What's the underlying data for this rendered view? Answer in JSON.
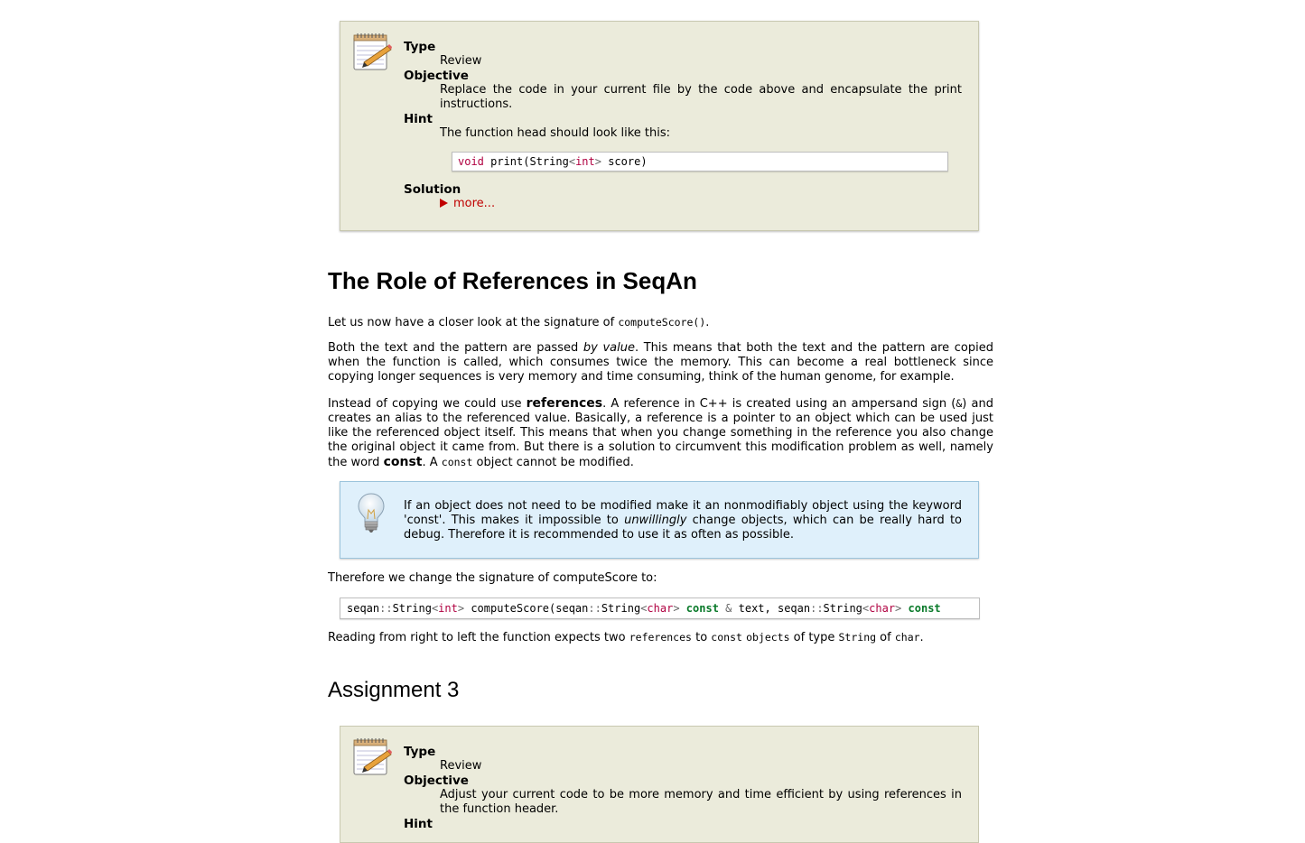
{
  "assignment2": {
    "type_label": "Type",
    "type_value": "Review",
    "objective_label": "Objective",
    "objective_text": "Replace the code in your current file by the code above and encapsulate the print instructions.",
    "hint_label": "Hint",
    "hint_text": "The function head should look like this:",
    "hint_code": {
      "t1": "void",
      "t2": " print(String",
      "t3": "<",
      "t4": "int",
      "t5": ">",
      "t6": " score)"
    },
    "solution_label": "Solution",
    "more_label": "more..."
  },
  "section": {
    "title": "The Role of References in SeqAn",
    "p1_a": "Let us now have a closer look at the signature of ",
    "p1_code": "computeScore()",
    "p1_b": ".",
    "p2_a": "Both the text and the pattern are passed ",
    "p2_em": "by value",
    "p2_b": ". This means that both the text and the pattern are copied when the function is called, which consumes twice the memory. This can become a real bottleneck since copying longer sequences is very memory and time consuming, think of the human genome, for example.",
    "p3_a": "Instead of copying we could use ",
    "p3_strong": "references",
    "p3_b": ". A reference in C++ is created using an ampersand sign (",
    "p3_code": "&",
    "p3_c": ") and creates an alias to the referenced value. Basically, a reference is a pointer to an object which can be used just like the referenced object itself. This means that when you change something in the reference you also change the original object it came from. But there is a solution to circumvent this modification problem as well, namely the word ",
    "p3_strong2": "const",
    "p3_d": ". A ",
    "p3_code2": "const",
    "p3_e": " object cannot be modified."
  },
  "tip": {
    "text_a": "If an object does not need to be modified make it an nonmodifiably object using the keyword 'const'. This makes it impossible to ",
    "text_em": "unwillingly",
    "text_b": " change objects, which can be really hard to debug. Therefore it is recommended to use it as often as possible."
  },
  "p4": "Therefore we change the signature of computeScore to:",
  "signature_code": {
    "c1": "seqan",
    "c2": "::",
    "c3": "String",
    "c4": "<",
    "c5": "int",
    "c6": ">",
    "c7": " computeScore(seqan",
    "c8": "::",
    "c9": "String",
    "c10": "<",
    "c11": "char",
    "c12": ">",
    "c13": " ",
    "c14": "const",
    "c15": " ",
    "c16": "&",
    "c17": " text, seqan",
    "c18": "::",
    "c19": "String",
    "c20": "<",
    "c21": "char",
    "c22": ">",
    "c23": " ",
    "c24": "const"
  },
  "p5": {
    "a": "Reading from right to left the function expects two ",
    "code1": "references",
    "b": " to ",
    "code2": "const",
    "c": " ",
    "code3": "objects",
    "d": " of type ",
    "code4": "String",
    "e": " of ",
    "code5": "char",
    "f": "."
  },
  "assignment3_heading": "Assignment 3",
  "assignment3": {
    "type_label": "Type",
    "type_value": "Review",
    "objective_label": "Objective",
    "objective_text": "Adjust your current code to be more memory and time efficient by using references in the function header.",
    "hint_label": "Hint"
  },
  "icons": {
    "assignment": "notepad-pencil-icon",
    "tip": "lightbulb-icon",
    "expand": "triangle-right-icon"
  },
  "colors": {
    "assignment_bg": "#ebebdb",
    "tip_bg": "#dff0fb",
    "link_red": "#c00000",
    "keyword": "#b00040",
    "const_keyword": "#0a7a2a"
  }
}
